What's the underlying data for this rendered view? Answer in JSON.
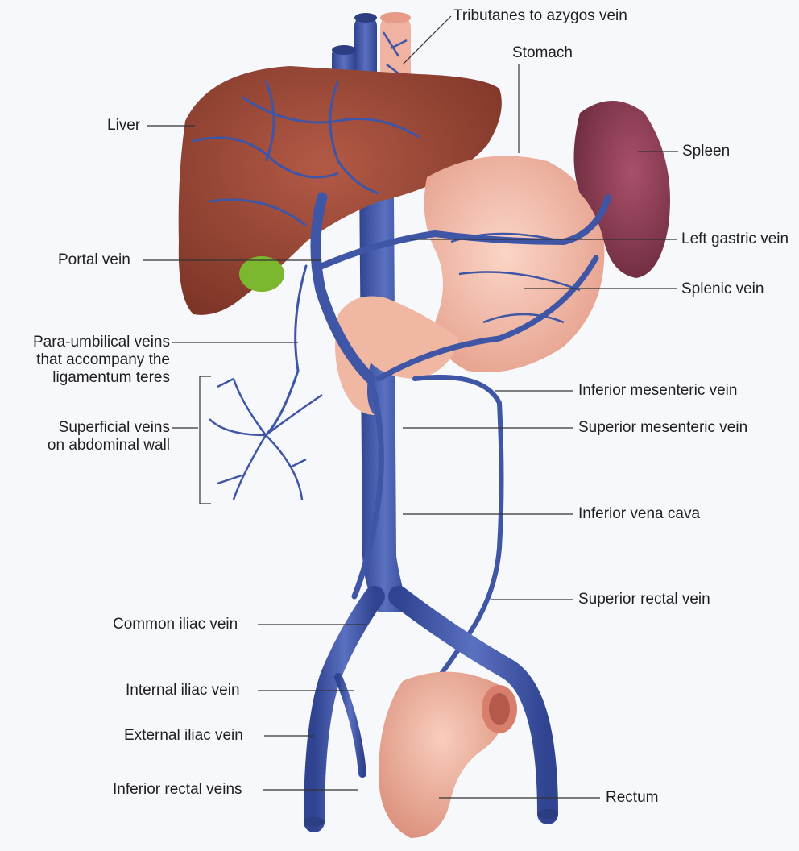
{
  "labels": {
    "tributaries": "Tributanes to azygos vein",
    "stomach": "Stomach",
    "liver": "Liver",
    "spleen": "Spleen",
    "left_gastric": "Left gastric vein",
    "portal": "Portal vein",
    "splenic": "Splenic vein",
    "para_umbilical": [
      "Para-umbilical veins",
      "that accompany the",
      "ligamentum teres"
    ],
    "inferior_mesenteric": "Inferior mesenteric vein",
    "superficial": [
      "Superficial veins",
      "on abdominal wall"
    ],
    "superior_mesenteric": "Superior mesenteric vein",
    "ivc": "Inferior vena cava",
    "superior_rectal": "Superior rectal vein",
    "common_iliac": "Common iliac vein",
    "internal_iliac": "Internal iliac vein",
    "external_iliac": "External iliac vein",
    "inferior_rectal": "Inferior rectal veins",
    "rectum": "Rectum"
  },
  "colors": {
    "vein": "#3f55a6",
    "vein_dark": "#2c3d82",
    "liver": "#9e4a3a",
    "stomach": "#f2b8a4",
    "spleen": "#8a3a4f",
    "gallbladder": "#7cb82f",
    "rectum": "#eeb09c",
    "esophagus": "#f0b3a2"
  }
}
